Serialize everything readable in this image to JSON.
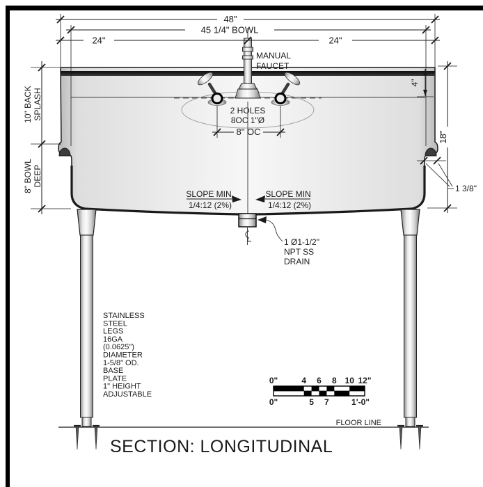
{
  "title": "SECTION: LONGITUDINAL",
  "dims": {
    "overall_width": "48\"",
    "bowl_width": "45 1/4\" BOWL",
    "left_half": "24\"",
    "right_half": "24\"",
    "backsplash_l1": "10\" BACK",
    "backsplash_l2": "SPLASH",
    "bowl_depth_l1": "8\" BOWL",
    "bowl_depth_l2": "DEEP",
    "rim_band": "4\"",
    "overall_height": "18\"",
    "rim_roll": "1 3/8\"",
    "hole_spacing": "8\" OC"
  },
  "labels": {
    "faucet_l1": "MANUAL",
    "faucet_l2": "FAUCET",
    "holes_l1": "2 HOLES",
    "holes_l2": "8OC 1\"Ø",
    "slope_l1": "SLOPE MIN",
    "slope_l2": "1/4:12  (2%)",
    "drain_l1": "1 Ø1-1/2\"",
    "drain_l2": "NPT SS",
    "drain_l3": "DRAIN",
    "floor_line": "FLOOR LINE"
  },
  "legs_note": [
    "STAINLESS",
    "STEEL",
    "LEGS",
    "16GA",
    "(0.0625\")",
    "DIAMETER",
    "1-5/8\" OD.",
    "BASE",
    "PLATE",
    "1\" HEIGHT",
    "ADJUSTABLE"
  ],
  "scale_bar": {
    "top_labels": [
      "0\"",
      "4",
      "6",
      "8",
      "10",
      "12\""
    ],
    "bottom_labels": [
      "0\"",
      "5",
      "7",
      "1'-0\""
    ]
  },
  "colors": {
    "line": "#1a1a1a",
    "rim_roll_fill": "#3c3c3c",
    "body_light": "#f6f6f6",
    "body_dark": "#bcbcbc"
  }
}
